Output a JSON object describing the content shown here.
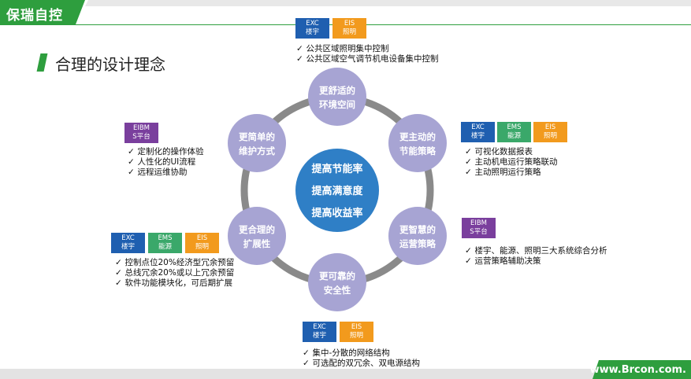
{
  "header": {
    "brand": "保瑞自控",
    "color": "#2e9e3e"
  },
  "title": "合理的设计理念",
  "footer": {
    "url": "www.Brcon.com."
  },
  "colors": {
    "node": "#a7a4d3",
    "center": "#2f7fc6",
    "ring": "#8a8a8a",
    "green": "#2e9e3e"
  },
  "center": {
    "lines": [
      "提高节能率",
      "提高满意度",
      "提高收益率"
    ]
  },
  "nodes": [
    {
      "id": "top",
      "lines": [
        "更舒适的",
        "环境空间"
      ]
    },
    {
      "id": "upper-right",
      "lines": [
        "更主动的",
        "节能策略"
      ]
    },
    {
      "id": "lower-right",
      "lines": [
        "更智慧的",
        "运营策略"
      ]
    },
    {
      "id": "bottom",
      "lines": [
        "更可靠的",
        "安全性"
      ]
    },
    {
      "id": "lower-left",
      "lines": [
        "更合理的",
        "扩展性"
      ]
    },
    {
      "id": "upper-left",
      "lines": [
        "更简单的",
        "维护方式"
      ]
    }
  ],
  "badges": {
    "exc": {
      "line1": "EXC",
      "line2": "楼宇"
    },
    "eis": {
      "line1": "EIS",
      "line2": "照明"
    },
    "ems": {
      "line1": "EMS",
      "line2": "能源"
    },
    "eibm": {
      "line1": "EIBM",
      "line2": "S平台"
    }
  },
  "groups": {
    "top": [
      "公共区域照明集中控制",
      "公共区域空气调节机电设备集中控制"
    ],
    "upper_right": [
      "可视化数据报表",
      "主动机电运行策略联动",
      "主动照明运行策略"
    ],
    "lower_right": [
      "楼宇、能源、照明三大系统综合分析",
      "运营策略辅助决策"
    ],
    "bottom": [
      "集中-分散的网络结构",
      "可选配的双冗余、双电源结构"
    ],
    "lower_left": [
      "控制点位20%经济型冗余预留",
      "总线冗余20%或以上冗余预留",
      "软件功能模块化，可后期扩展"
    ],
    "upper_left": [
      "定制化的操作体验",
      "人性化的UI流程",
      "远程运维协助"
    ]
  }
}
